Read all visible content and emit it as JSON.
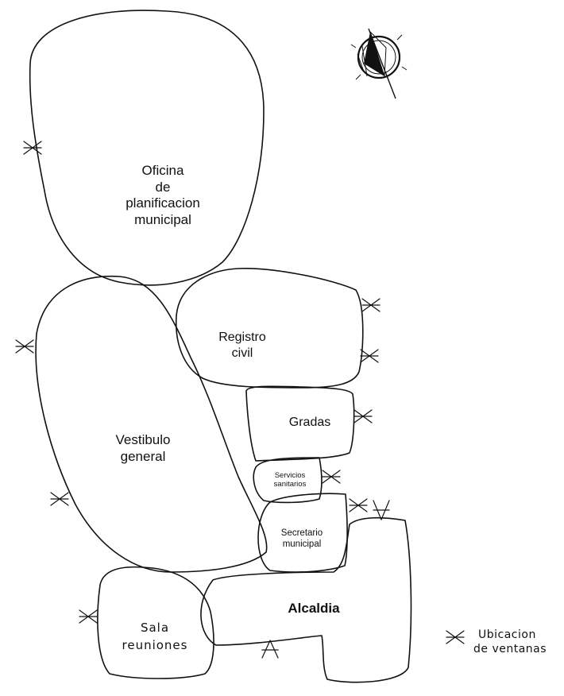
{
  "rooms": {
    "oficina": [
      "Oficina",
      "de",
      "planificacion",
      "municipal"
    ],
    "registro": [
      "Registro",
      "civil"
    ],
    "gradas": [
      "Gradas"
    ],
    "vestibulo": [
      "Vestibulo",
      "general"
    ],
    "servicios": [
      "Servicios",
      "sanitarios"
    ],
    "secretario": [
      "Secretario",
      "municipal"
    ],
    "alcaldia": [
      "Alcaldia"
    ],
    "sala": [
      "Sala",
      "reuniones"
    ]
  },
  "legend": {
    "line1": "Ubicacion",
    "line2": "de ventanas",
    "symbol_icon": "window-symbol-icon"
  },
  "compass_icon": "north-arrow-icon"
}
